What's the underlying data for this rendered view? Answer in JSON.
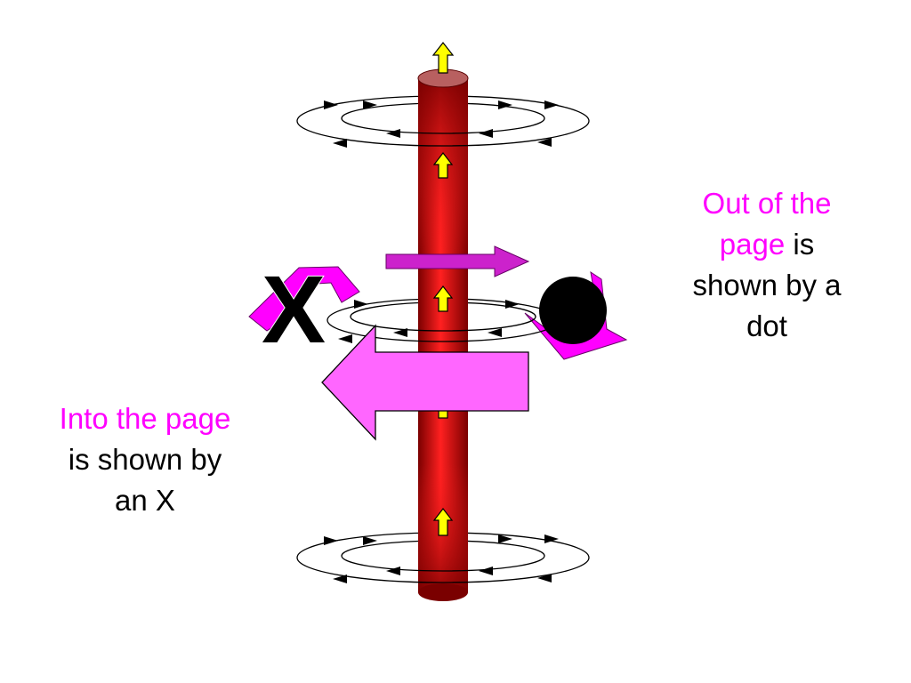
{
  "colors": {
    "highlight": "#ff00ff",
    "text": "#000000",
    "wire_light": "#ff2020",
    "wire_dark": "#7a0000",
    "wire_cap": "#b86060",
    "current_arrow": "#ffff00",
    "force_arrow": "#ff66ff",
    "small_arrow": "#cc22cc",
    "field_line": "#000000"
  },
  "icons": {
    "into_page": "x-symbol",
    "out_of_page": "dot-symbol"
  },
  "labels": {
    "x_symbol": "X",
    "out_of_page": {
      "highlight_line1": "Out of the",
      "highlight_line2": "page",
      "rest_line2": " is",
      "line3": "shown by a",
      "line4": "dot"
    },
    "into_page": {
      "highlight": "Into the page",
      "line2": "is shown by",
      "line3": "an X"
    }
  }
}
